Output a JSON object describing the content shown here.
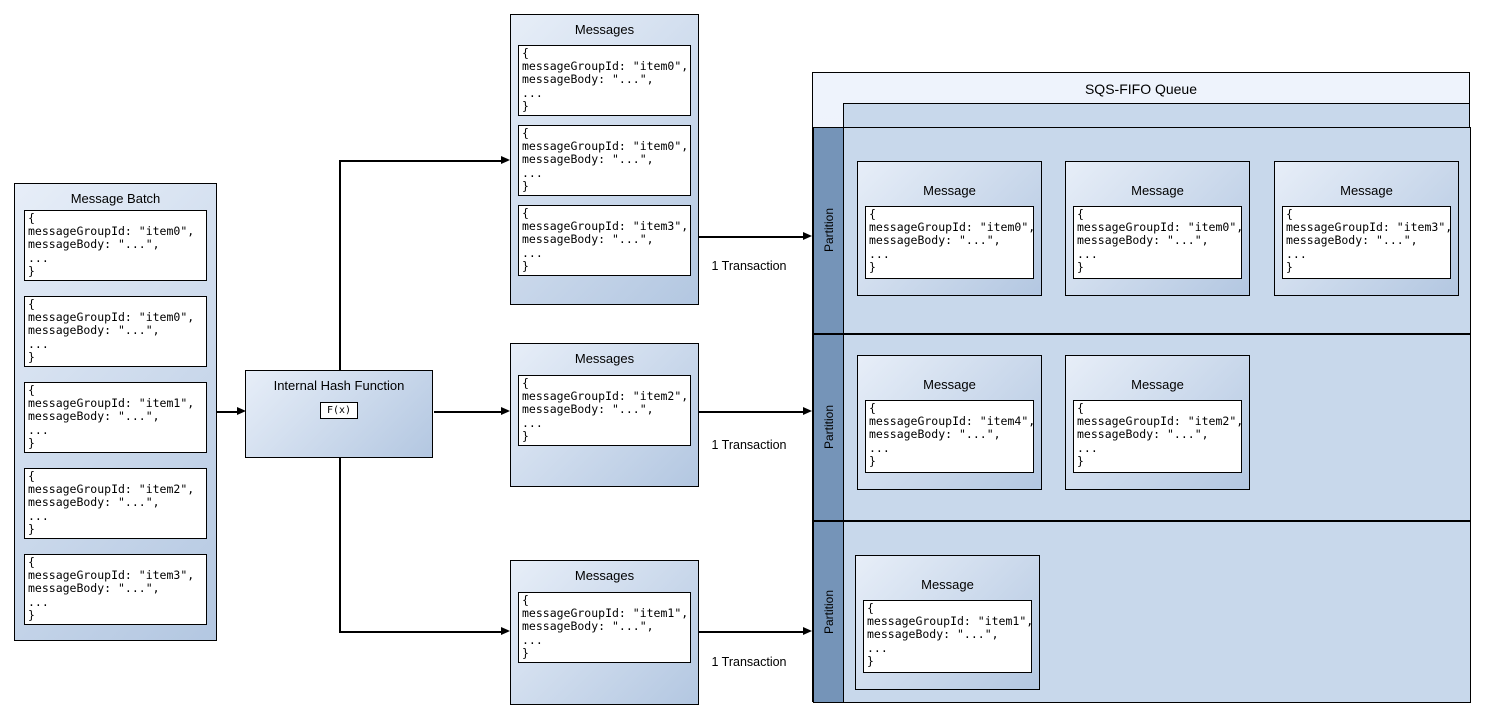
{
  "batch": {
    "title": "Message Batch",
    "items": [
      "item0",
      "item0",
      "item1",
      "item2",
      "item3"
    ]
  },
  "hash": {
    "title": "Internal Hash Function",
    "formula": "F(x)"
  },
  "groups": [
    {
      "title": "Messages",
      "items": [
        "item0",
        "item0",
        "item3"
      ]
    },
    {
      "title": "Messages",
      "items": [
        "item2"
      ]
    },
    {
      "title": "Messages",
      "items": [
        "item1"
      ]
    }
  ],
  "transactions": [
    "1 Transaction",
    "1 Transaction",
    "1 Transaction"
  ],
  "queue": {
    "title": "SQS-FIFO Queue",
    "card_title": "Message",
    "partitions": [
      {
        "label": "Partition",
        "items": [
          "item0",
          "item0",
          "item3"
        ]
      },
      {
        "label": "Partition",
        "items": [
          "item4",
          "item2"
        ]
      },
      {
        "label": "Partition",
        "items": [
          "item1"
        ]
      }
    ]
  },
  "code_template": {
    "open": "{",
    "group_prefix": "messageGroupId: \"",
    "group_suffix": "\",",
    "body": "messageBody: \"...\",",
    "ellipsis": "...",
    "close": "}"
  },
  "colors": {
    "box_grad_start": "#e7eef8",
    "box_grad_end": "#b3c7e1",
    "lane_fill": "#c8d8eb",
    "lane_strip": "#7594b8",
    "pool_fill": "#e9effb",
    "line": "#000000"
  }
}
